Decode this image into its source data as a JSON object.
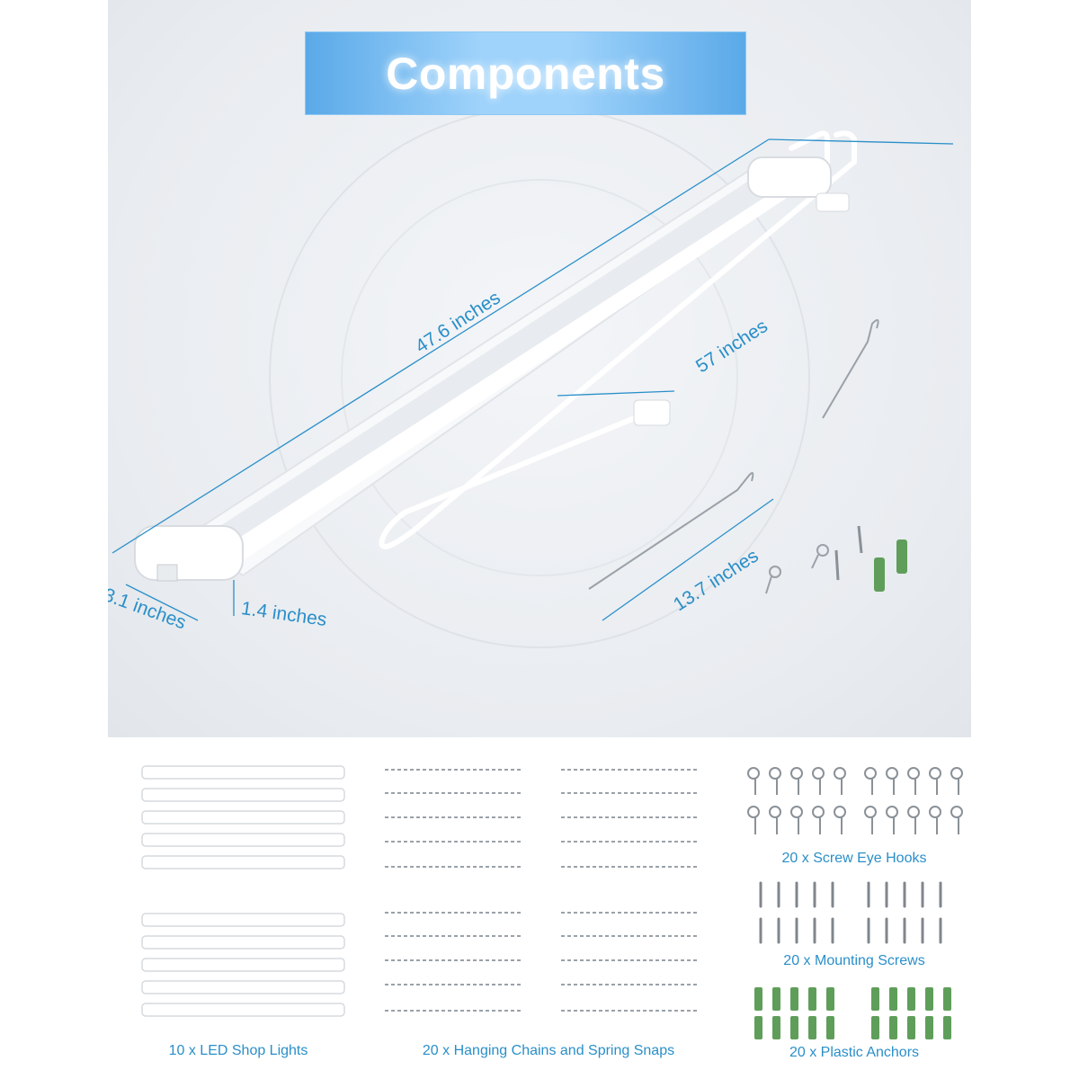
{
  "title": "Components",
  "dimensions": {
    "length_light": "47.6 inches",
    "length_cord": "57 inches",
    "length_chain": "13.7 inches",
    "width": "3.1 inches",
    "height": "1.4 inches"
  },
  "contents": [
    {
      "label": "10 x LED Shop Lights",
      "icon": "led-light-icon"
    },
    {
      "label": "20 x Hanging Chains and Spring Snaps",
      "icon": "chain-icon"
    },
    {
      "label": "20 x Screw Eye Hooks",
      "icon": "eye-hook-icon"
    },
    {
      "label": "20 x Mounting Screws",
      "icon": "screw-icon"
    },
    {
      "label": "20 x Plastic Anchors",
      "icon": "anchor-icon"
    }
  ],
  "colors": {
    "accent": "#2a8fc9",
    "banner": "#7cc0f3",
    "anchor": "#5f9e5a"
  }
}
